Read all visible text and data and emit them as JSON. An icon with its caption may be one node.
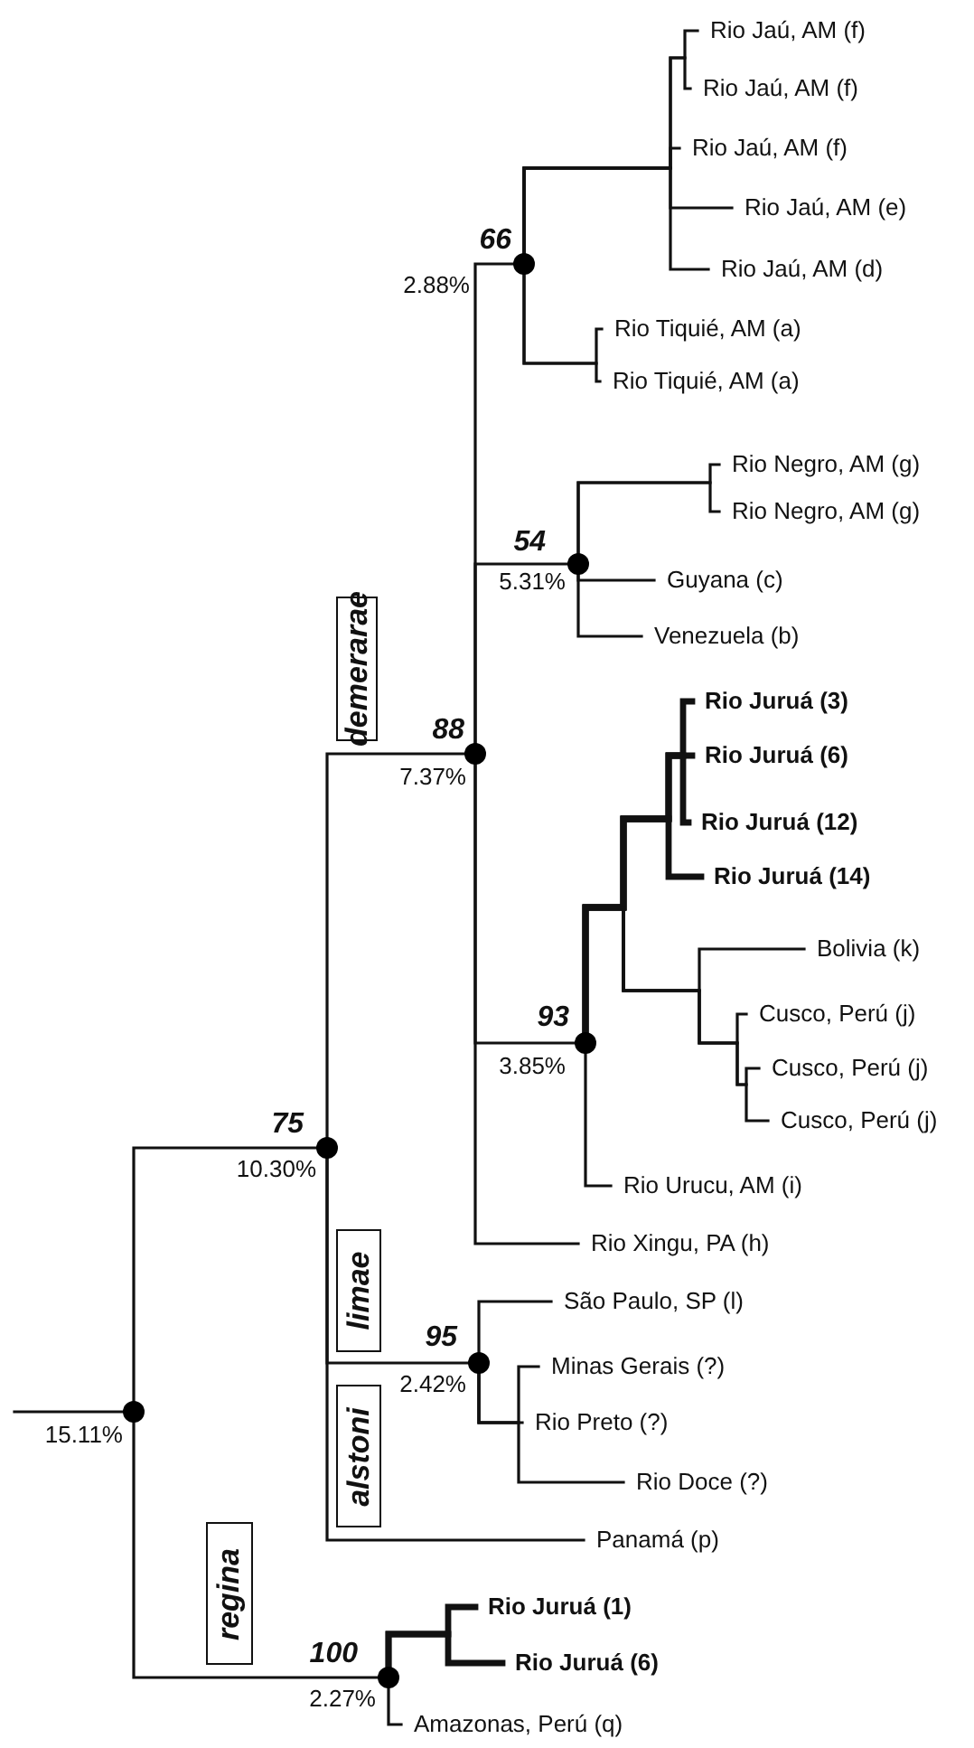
{
  "diagram": {
    "nodes": [
      {
        "text": [
          "Rio Jaú, AM (f)"
        ]
      },
      {
        "text": [
          "Rio Jaú, AM (f)"
        ]
      },
      {
        "text": [
          "Rio Jaú, AM (f)"
        ]
      },
      {
        "text": [
          "Rio Jaú, AM (e)"
        ]
      },
      {
        "text": [
          "Rio Jaú, AM (d)"
        ]
      },
      {
        "text": [],
        "shape": "circle",
        "beside": [
          "66",
          "2.88%"
        ]
      },
      {
        "text": [
          "Rio Tiquié, AM (a)"
        ]
      },
      {
        "text": [
          "Rio Tiquié, AM (a)"
        ]
      },
      {
        "text": [
          "Rio Negro, AM (g)"
        ]
      },
      {
        "text": [
          "Rio Negro, AM (g)"
        ]
      },
      {
        "text": [],
        "shape": "circle",
        "beside": [
          "54",
          "5.31%"
        ]
      },
      {
        "text": [
          "Guyana (c)"
        ]
      },
      {
        "text": [
          "Venezuela (b)"
        ]
      },
      {
        "text": [
          "Rio Juruá (3)"
        ]
      },
      {
        "text": [
          "demerarae"
        ]
      },
      {
        "text": [],
        "shape": "circle",
        "beside": [
          "88",
          "7.37%"
        ]
      },
      {
        "text": [
          "Rio Juruá (6)"
        ]
      },
      {
        "text": [
          "Rio Juruá (12)"
        ]
      },
      {
        "text": [
          "Rio Juruá (14)"
        ]
      },
      {
        "text": [
          "Bolivia (k)"
        ]
      },
      {
        "text": [
          "Cusco, Perú (j)"
        ]
      },
      {
        "text": [],
        "shape": "circle",
        "beside": [
          "93",
          "3.85%"
        ]
      },
      {
        "text": [
          "Cusco, Perú (j)"
        ]
      },
      {
        "text": [
          "Cusco, Perú (j)"
        ]
      },
      {
        "text": [
          "Rio Urucu, AM (i)"
        ]
      },
      {
        "text": [],
        "shape": "circle",
        "beside": [
          "75",
          "10.30%"
        ]
      },
      {
        "text": [
          "Rio Xingu, PA (h)"
        ]
      },
      {
        "text": [
          "São Paulo, SP (l)"
        ]
      },
      {
        "text": [
          "limae"
        ]
      },
      {
        "text": [],
        "shape": "circle",
        "beside": [
          "95",
          "2.42%"
        ]
      },
      {
        "text": [
          "Minas Gerais (?)"
        ]
      },
      {
        "text": [
          "Rio Preto (?)"
        ]
      },
      {
        "text": [
          "Rio Doce (?)"
        ]
      },
      {
        "text": [],
        "shape": "circle",
        "beside": [
          "15.11%"
        ]
      },
      {
        "text": [
          "alstoni"
        ]
      },
      {
        "text": [
          "Panamá (p)"
        ]
      },
      {
        "text": [
          "Rio Juruá (1)"
        ]
      },
      {
        "text": [
          "regina"
        ]
      },
      {
        "text": [],
        "shape": "circle",
        "beside": [
          "100",
          "2.27%"
        ]
      },
      {
        "text": [
          "Rio Juruá (6)"
        ]
      },
      {
        "text": [
          "Amazonas, Perú (q)"
        ]
      }
    ],
    "edges": [
      {
        "from": null,
        "to": 33,
        "arrow": "none"
      },
      {
        "from": 33,
        "to": 25,
        "arrow": "none"
      },
      {
        "from": 33,
        "to": 38,
        "arrow": "none"
      },
      {
        "from": 25,
        "to": 15,
        "arrow": "none"
      },
      {
        "from": 25,
        "to": 29,
        "arrow": "none"
      },
      {
        "from": 25,
        "to": 35,
        "arrow": "none"
      },
      {
        "from": 15,
        "to": 5,
        "arrow": "none"
      },
      {
        "from": 15,
        "to": 10,
        "arrow": "none"
      },
      {
        "from": 15,
        "to": 21,
        "arrow": "none"
      },
      {
        "from": 15,
        "to": 26,
        "arrow": "none"
      },
      {
        "from": 5,
        "to": 0,
        "arrow": "none"
      },
      {
        "from": 5,
        "to": 1,
        "arrow": "none"
      },
      {
        "from": 5,
        "to": 2,
        "arrow": "none"
      },
      {
        "from": 5,
        "to": 3,
        "arrow": "none"
      },
      {
        "from": 5,
        "to": 4,
        "arrow": "none"
      },
      {
        "from": 5,
        "to": 6,
        "arrow": "none"
      },
      {
        "from": 5,
        "to": 7,
        "arrow": "none"
      },
      {
        "from": 10,
        "to": 8,
        "arrow": "none"
      },
      {
        "from": 10,
        "to": 9,
        "arrow": "none"
      },
      {
        "from": 10,
        "to": 11,
        "arrow": "none"
      },
      {
        "from": 10,
        "to": 12,
        "arrow": "none"
      },
      {
        "from": 21,
        "to": 13,
        "arrow": "none",
        "style": "thick"
      },
      {
        "from": 21,
        "to": 16,
        "arrow": "none",
        "style": "thick"
      },
      {
        "from": 21,
        "to": 17,
        "arrow": "none",
        "style": "thick"
      },
      {
        "from": 21,
        "to": 18,
        "arrow": "none",
        "style": "thick"
      },
      {
        "from": 21,
        "to": 19,
        "arrow": "none"
      },
      {
        "from": 21,
        "to": 20,
        "arrow": "none"
      },
      {
        "from": 21,
        "to": 22,
        "arrow": "none"
      },
      {
        "from": 21,
        "to": 23,
        "arrow": "none"
      },
      {
        "from": 21,
        "to": 24,
        "arrow": "none"
      },
      {
        "from": 29,
        "to": 27,
        "arrow": "none"
      },
      {
        "from": 29,
        "to": 30,
        "arrow": "none"
      },
      {
        "from": 29,
        "to": 31,
        "arrow": "none"
      },
      {
        "from": 29,
        "to": 32,
        "arrow": "none"
      },
      {
        "from": 38,
        "to": 36,
        "arrow": "none",
        "style": "thick"
      },
      {
        "from": 38,
        "to": 39,
        "arrow": "none",
        "style": "thick"
      },
      {
        "from": 38,
        "to": 40,
        "arrow": "none"
      }
    ]
  }
}
